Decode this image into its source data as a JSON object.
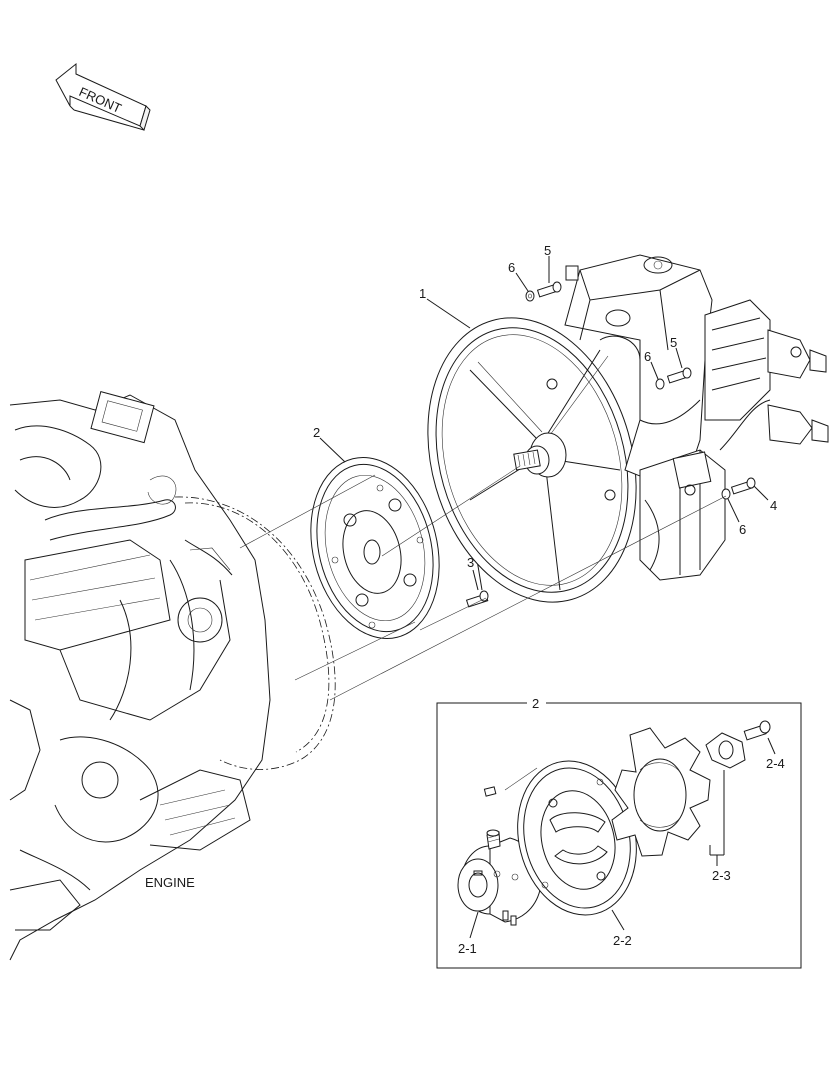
{
  "front_arrow": {
    "text": "FRONT"
  },
  "engine_label": "ENGINE",
  "callouts": {
    "c1": "1",
    "c2": "2",
    "c3": "3",
    "c4": "4",
    "c5a": "5",
    "c5b": "5",
    "c6a": "6",
    "c6b": "6",
    "c6c": "6"
  },
  "detail": {
    "title": "2",
    "parts": {
      "p21": "2-1",
      "p22": "2-2",
      "p23": "2-3",
      "p24": "2-4"
    }
  }
}
